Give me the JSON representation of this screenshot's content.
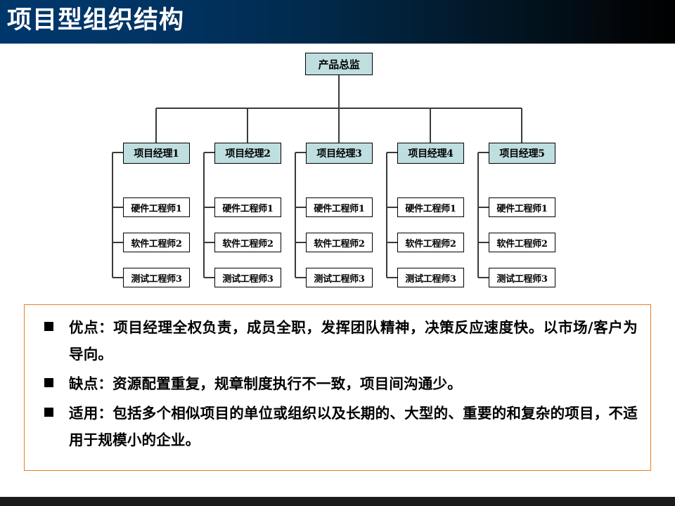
{
  "slide": {
    "title": "项目型组织结构",
    "title_bg_start": "#00376b",
    "title_bg_end": "#000000",
    "footer_color": "#1b1b1b"
  },
  "org_chart": {
    "executive": {
      "label": "产品总监",
      "fill": "#bfdee0"
    },
    "managers": [
      {
        "label": "项目经理1",
        "fill": "#bfdee0"
      },
      {
        "label": "项目经理2",
        "fill": "#bfdee0"
      },
      {
        "label": "项目经理3",
        "fill": "#bfdee0"
      },
      {
        "label": "项目经理4",
        "fill": "#bfdee0"
      },
      {
        "label": "项目经理5",
        "fill": "#bfdee0"
      }
    ],
    "staff_roles": [
      "硬件工程师1",
      "软件工程师2",
      "测试工程师3"
    ],
    "columns": [
      {
        "staff": [
          "硬件工程师1",
          "软件工程师2",
          "测试工程师3"
        ]
      },
      {
        "staff": [
          "硬件工程师1",
          "软件工程师2",
          "测试工程师3"
        ]
      },
      {
        "staff": [
          "硬件工程师1",
          "软件工程师2",
          "测试工程师3"
        ]
      },
      {
        "staff": [
          "硬件工程师1",
          "软件工程师2",
          "测试工程师3"
        ]
      },
      {
        "staff": [
          "硬件工程师1",
          "软件工程师2",
          "测试工程师3"
        ]
      }
    ]
  },
  "notes": {
    "border_color": "#ED7D20",
    "bullets": [
      {
        "text": "优点：项目经理全权负责，成员全职，发挥团队精神，决策反应速度快。以市场/客户为导向。"
      },
      {
        "text": "缺点：资源配置重复，规章制度执行不一致，项目间沟通少。"
      },
      {
        "text": "适用：包括多个相似项目的单位或组织以及长期的、大型的、重要的和复杂的项目，不适用于规模小的企业。"
      }
    ]
  }
}
